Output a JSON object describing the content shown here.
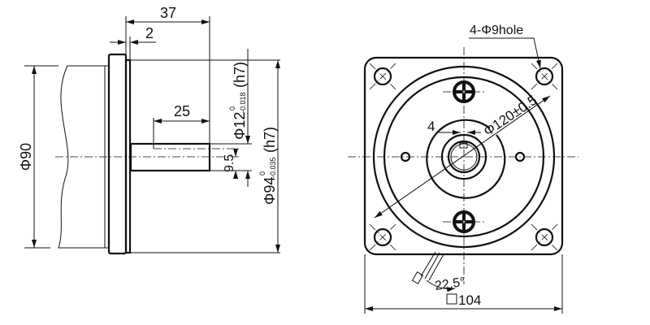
{
  "title": "Motor dimension drawing",
  "side_view": {
    "dim_length": "37",
    "dim_pilot": "2",
    "dim_shaft_length": "25",
    "dim_body_dia": "Φ90",
    "dim_shaft_dia": "Φ12",
    "dim_shaft_tol_upper": "0",
    "dim_shaft_tol_lower": "-0.018",
    "dim_shaft_fit": "(h7)",
    "dim_flat": "9.5",
    "dim_pilot_dia": "Φ94",
    "dim_pilot_tol_upper": "0",
    "dim_pilot_tol_lower": "-0.035",
    "dim_pilot_fit": "(h7)"
  },
  "front_view": {
    "holes_label": "4-Φ9hole",
    "key_width": "4",
    "pcd_label": "Φ120±0.5",
    "wire_angle": "22.5°",
    "square_symbol": "□",
    "square_size": "104"
  }
}
